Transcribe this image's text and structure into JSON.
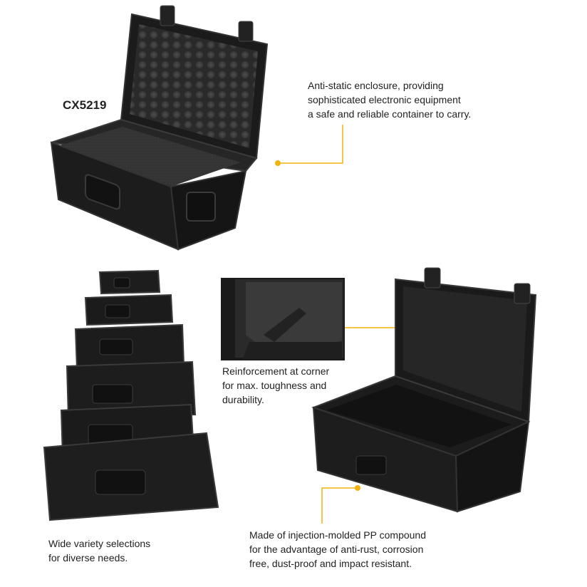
{
  "model_label": "CX5219",
  "captions": {
    "anti_static": [
      "Anti-static enclosure, providing",
      "sophisticated electronic equipment",
      "a safe and reliable container to carry."
    ],
    "reinforcement": [
      "Reinforcement at corner",
      "for max. toughness and",
      "durability."
    ],
    "variety": [
      "Wide variety selections",
      "for diverse needs."
    ],
    "material": [
      "Made of injection-molded PP compound",
      "for the advantage of anti-rust, corrosion",
      "free, dust-proof and impact resistant."
    ]
  },
  "colors": {
    "accent": "#f2b20c",
    "case_body": "#1e1e1e",
    "case_edge": "#3a3a3a",
    "foam": "#2c2c2c"
  }
}
